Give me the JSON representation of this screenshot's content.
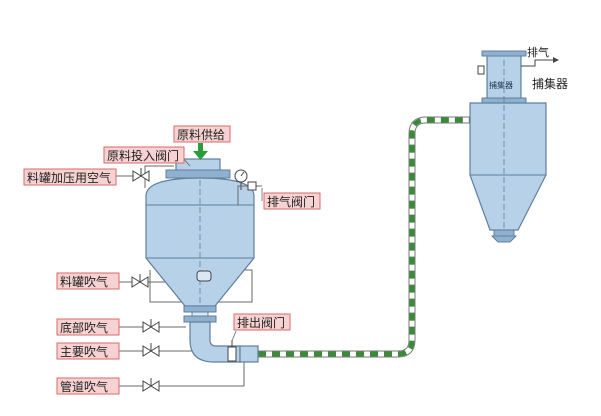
{
  "labels": {
    "raw_material_supply": "原料供给",
    "raw_material_inlet_valve": "原料投入阀门",
    "tank_pressurization_air": "料罐加压用空气",
    "exhaust_valve": "排气阀门",
    "tank_blow_air": "料罐吹气",
    "bottom_blow_air": "底部吹气",
    "main_blow_air": "主要吹气",
    "discharge_valve": "排出阀门",
    "pipe_blow_air": "管道吹气",
    "exhaust": "排气",
    "collector": "捕集器",
    "collector_tag": "捕集器"
  },
  "colors": {
    "vessel_fill": "#b7d1e8",
    "vessel_stroke": "#5f7f9e",
    "label_fill": "#f6d2d2",
    "label_border": "#d96a6a",
    "supply_arrow": "#2a9d3a",
    "pipe_stripe": "#3a8a3a"
  }
}
